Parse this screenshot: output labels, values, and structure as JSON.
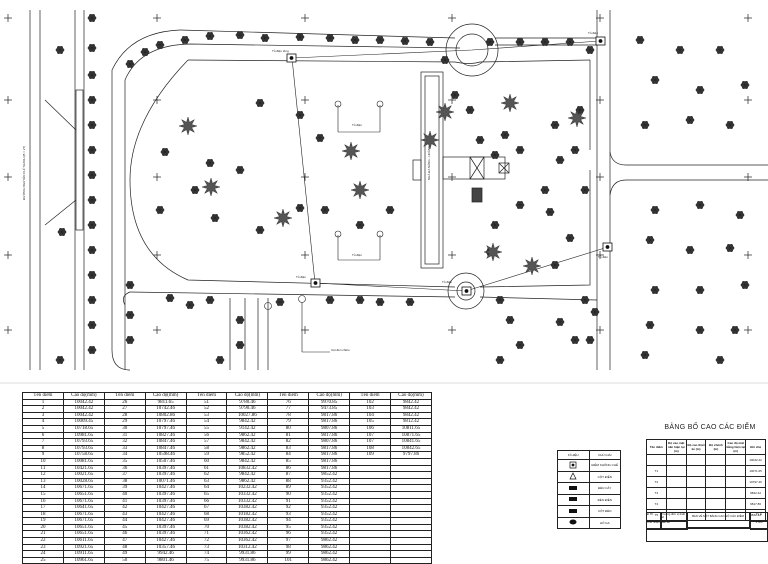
{
  "plan": {
    "labels": {
      "road": "ĐƯỜNG NGUYỄN CHÍ THANH (B = 27)",
      "building": "NHÀ ĐA NĂNG - HOÀNG THANH",
      "lot_a": "Tủ điện",
      "lot_b": "Tủ điện",
      "light_pole": "Cột đèn chiếu",
      "station_1": "Tủ điện tổng",
      "station_2": "Tủ điện",
      "station_3": "Tủ điện",
      "station_4": "Tủ điện",
      "station_5": "Tủ điện"
    }
  },
  "points_table": {
    "headers": [
      "Tên điểm",
      "Cao độ(mm)",
      "Tên điểm",
      "Cao độ(mm)",
      "Tên điểm",
      "Cao độ(mm)",
      "Tên điểm",
      "Cao độ(mm)",
      "Tên điểm",
      "Cao độ(mm)"
    ],
    "rows": [
      [
        "1",
        "10042.42",
        "26",
        "9811.65",
        "51",
        "9780.46",
        "76",
        "9970.85",
        "102",
        "9842.42"
      ],
      [
        "2",
        "10042.42",
        "27",
        "10742.46",
        "52",
        "9790.46",
        "77",
        "9473.85",
        "103",
        "9842.42"
      ],
      [
        "3",
        "10042.42",
        "28",
        "10802.86",
        "53",
        "10027.86",
        "78",
        "9817.86",
        "104",
        "9842.42"
      ],
      [
        "4",
        "10009.45",
        "29",
        "10797.46",
        "54",
        "9842.42",
        "79",
        "9817.86",
        "105",
        "9812.42"
      ],
      [
        "5",
        "10718.65",
        "30",
        "10797.46",
        "55",
        "9142.42",
        "80",
        "9807.86",
        "106",
        "10811.65"
      ],
      [
        "6",
        "10981.65",
        "31",
        "10827.46",
        "56",
        "9862.42",
        "81",
        "9817.86",
        "107",
        "10871.65"
      ],
      [
        "7",
        "10793.65",
        "32",
        "10847.46",
        "57",
        "9842.42",
        "82",
        "9807.86",
        "107",
        "10841.65"
      ],
      [
        "8",
        "10793.65",
        "33",
        "10847.46",
        "58",
        "9862.42",
        "83",
        "9817.86",
        "108",
        "10842.65"
      ],
      [
        "9",
        "10758.65",
        "34",
        "10598.46",
        "59",
        "9852.42",
        "84",
        "9817.86",
        "109",
        "9797.86"
      ],
      [
        "10",
        "10081.65",
        "35",
        "10507.46",
        "60",
        "9842.42",
        "85",
        "9817.86",
        "",
        ""
      ],
      [
        "11",
        "10421.65",
        "36",
        "10397.46",
        "61",
        "10832.42",
        "86",
        "9817.86",
        "",
        ""
      ],
      [
        "12",
        "10021.65",
        "37",
        "10397.46",
        "62",
        "9842.42",
        "87",
        "9852.42",
        "",
        ""
      ],
      [
        "13",
        "10028.65",
        "38",
        "10071.46",
        "63",
        "9862.42",
        "88",
        "9352.42",
        "",
        ""
      ],
      [
        "14",
        "10671.65",
        "39",
        "10427.46",
        "64",
        "10232.42",
        "89",
        "9352.42",
        "",
        ""
      ],
      [
        "15",
        "10651.65",
        "40",
        "10397.46",
        "65",
        "10332.42",
        "90",
        "9352.42",
        "",
        ""
      ],
      [
        "16",
        "10671.65",
        "41",
        "10397.46",
        "66",
        "10332.42",
        "91",
        "9352.42",
        "",
        ""
      ],
      [
        "17",
        "10641.65",
        "42",
        "10427.46",
        "67",
        "10382.42",
        "92",
        "9352.42",
        "",
        ""
      ],
      [
        "18",
        "10671.65",
        "43",
        "10427.46",
        "68",
        "10182.42",
        "93",
        "9352.42",
        "",
        ""
      ],
      [
        "19",
        "10671.65",
        "44",
        "10427.46",
        "69",
        "10382.42",
        "94",
        "9352.42",
        "",
        ""
      ],
      [
        "20",
        "10651.65",
        "45",
        "10397.46",
        "70",
        "10382.42",
        "95",
        "9352.42",
        "",
        ""
      ],
      [
        "21",
        "10651.65",
        "46",
        "10397.46",
        "71",
        "10362.42",
        "96",
        "9352.42",
        "",
        ""
      ],
      [
        "22",
        "10611.65",
        "47",
        "10427.46",
        "72",
        "10362.42",
        "97",
        "9862.42",
        "",
        ""
      ],
      [
        "23",
        "10921.65",
        "48",
        "10357.46",
        "73",
        "10312.42",
        "98",
        "9862.42",
        "",
        ""
      ],
      [
        "24",
        "10911.65",
        "49",
        "9942.46",
        "74",
        "9931.86",
        "99",
        "9862.42",
        "",
        ""
      ],
      [
        "25",
        "10961.65",
        "50",
        "9801.46",
        "75",
        "9931.86",
        "101",
        "9862.42",
        "",
        ""
      ]
    ]
  },
  "legend": {
    "header": [
      "KÍ HIỆU",
      "CHÚ GIẢI"
    ],
    "rows": [
      "ĐIỂM KHỐNG CHẾ",
      "CỘT ĐIỆN",
      "ĐÈN CÂY",
      "ĐÈN ĐIỆN",
      "CỘT ĐÈN",
      "HỐ GA"
    ]
  },
  "elevation_table": {
    "title": "BẢNG BỐ CAO CÁC ĐIỂM",
    "headers": [
      "Tên điểm",
      "Độ cao mặt nền hiện tại (m)",
      "Độ cao thiết kế (m)",
      "Độ chênh (m)",
      "Cao độ mặt bằng hiện tại (m)",
      "Ghi chú"
    ],
    "rows": [
      [
        "",
        "",
        "",
        "",
        "",
        "10042.42"
      ],
      [
        "T1",
        "",
        "",
        "",
        "",
        "10071.65"
      ],
      [
        "T2",
        "",
        "",
        "",
        "",
        "10797.46"
      ],
      [
        "T3",
        "",
        "",
        "",
        "",
        "9842.42"
      ],
      [
        "T4",
        "",
        "",
        "",
        "",
        "9817.86"
      ],
      [
        "T5",
        "",
        "",
        "",
        "",
        "9842.42"
      ]
    ]
  },
  "title_block": {
    "lines": [
      "Đ.TK",
      "Trưởng đơn vị thiết kế",
      "Chủ nhiệm",
      "Bản đồ",
      "BẢN VẼ MẶT BẰNG CAO ĐỘ CÁC ĐIỂM",
      "Tỷ lệ",
      "1:500"
    ]
  }
}
